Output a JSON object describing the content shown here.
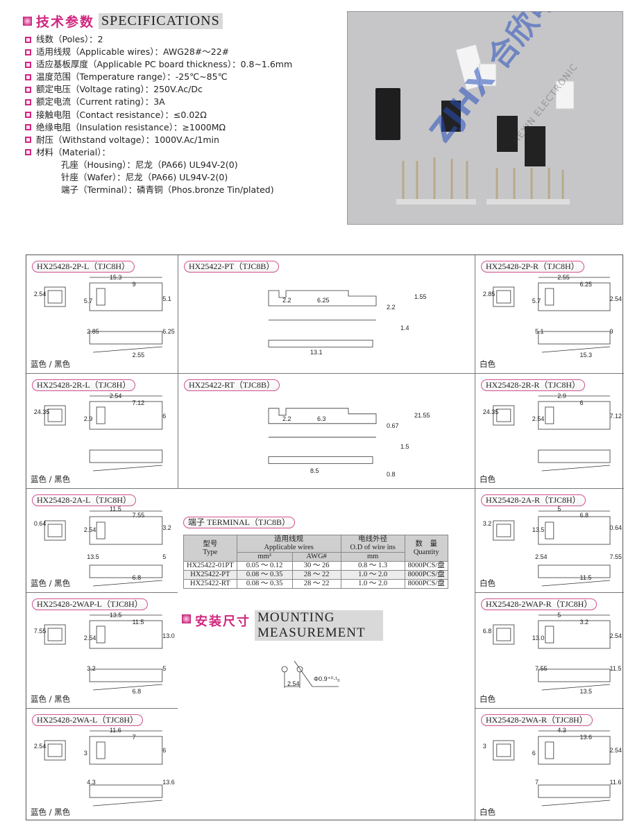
{
  "specs": {
    "title_cn": "技术参数",
    "title_en": "SPECIFICATIONS",
    "items": [
      "线数（Poles）：2",
      "适用线规（Applicable wires）：AWG28#～22#",
      "适应基板厚度（Applicable PC board thickness）：0.8~1.6mm",
      "温度范围（Temperature range）：-25℃~85℃",
      "额定电压（Voltage rating）：250V.Ac/Dc",
      "额定电流（Current rating）：3A",
      "接触电阻（Contact resistance）：≤0.02Ω",
      "绝缘电阻（Insulation resistance）：≥1000MΩ",
      "耐压（Withstand voltage）：1000V.Ac/1min",
      "材料（Material）："
    ],
    "materials": [
      "孔座（Housing）：尼龙（PA66) UL94V-2(0)",
      "针座（Wafer）：尼龙（PA66) UL94V-2(0)",
      "端子（Terminal）：磷青铜（Phos.bronze Tin/plated)"
    ]
  },
  "photo": {
    "watermark": "ZJHX 合欣电子",
    "watermark_en": "HEXIN ELECTRONIC"
  },
  "cells": [
    {
      "label": "HX25428-2P-L（TJC8H）",
      "color": "蓝色 / 黑色",
      "dims": [
        "15.3",
        "9",
        "2.54",
        "5.7",
        "5.1",
        "2.85",
        "6.25",
        "2.55"
      ]
    },
    {
      "label": "HX25422-PT（TJC8B）",
      "color": "",
      "dims": [
        "2.2",
        "6.25",
        "13.1",
        "2.2",
        "1.55",
        "1.4"
      ]
    },
    {
      "label": "HX25428-2P-R（TJC8H）",
      "color": "白色",
      "dims": [
        "2.55",
        "6.25",
        "2.85",
        "5.7",
        "2.54",
        "5.1",
        "9",
        "15.3"
      ]
    },
    {
      "label": "HX25428-2R-L（TJC8H）",
      "color": "蓝色 / 黑色",
      "dims": [
        "2.54",
        "7.12",
        "24.35",
        "2.9",
        "6"
      ]
    },
    {
      "label": "HX25422-RT（TJC8B）",
      "color": "",
      "dims": [
        "2.2",
        "6.3",
        "8.5",
        "0.67",
        "21.55",
        "1.5",
        "0.8"
      ]
    },
    {
      "label": "HX25428-2R-R（TJC8H）",
      "color": "白色",
      "dims": [
        "2.9",
        "6",
        "24.35",
        "2.54",
        "7.12"
      ]
    },
    {
      "label": "HX25428-2A-L（TJC8H）",
      "color": "蓝色 / 黑色",
      "dims": [
        "11.5",
        "7.55",
        "0.64",
        "2.54",
        "3.2",
        "13.5",
        "5",
        "6.8"
      ]
    },
    {
      "label": "HX25428-2A-R（TJC8H）",
      "color": "白色",
      "dims": [
        "5",
        "6.8",
        "3.2",
        "13.5",
        "0.64",
        "2.54",
        "7.55",
        "11.5"
      ]
    },
    {
      "label": "HX25428-2WAP-L（TJC8H）",
      "color": "蓝色 / 黑色",
      "dims": [
        "13.5",
        "11.5",
        "7.55",
        "2.54",
        "13.0",
        "3.2",
        "5",
        "6.8"
      ]
    },
    {
      "label": "HX25428-2WAP-R（TJC8H）",
      "color": "白色",
      "dims": [
        "5",
        "3.2",
        "6.8",
        "13.0",
        "2.54",
        "7.55",
        "11.5",
        "13.5"
      ]
    },
    {
      "label": "HX25428-2WA-L（TJC8H）",
      "color": "蓝色 / 黑色",
      "dims": [
        "11.6",
        "7",
        "2.54",
        "3",
        "6",
        "4.3",
        "13.6"
      ]
    },
    {
      "label": "HX25428-2WA-R（TJC8H）",
      "color": "白色",
      "dims": [
        "4.3",
        "13.6",
        "3",
        "6",
        "2.54",
        "7",
        "11.6"
      ]
    }
  ],
  "terminal_table": {
    "title": "端子 TERMINAL（TJC8B）",
    "headers": {
      "type_cn": "型号",
      "type_en": "Type",
      "wires_cn": "适用线规",
      "wires_en": "Applicable wires",
      "od_cn": "电线外径",
      "od_en": "O.D of wire ins",
      "qty_cn": "数　量",
      "qty_en": "Quantity",
      "mm2": "mm²",
      "awg": "AWG#",
      "mm": "mm"
    },
    "rows": [
      [
        "HX25422-01PT",
        "0.05 ～ 0.12",
        "30 ～ 26",
        "0.8 ～ 1.3",
        "8000PCS/盘"
      ],
      [
        "HX25422-PT",
        "0.08 ～ 0.35",
        "28 ～ 22",
        "1.0 ～ 2.0",
        "8000PCS/盘"
      ],
      [
        "HX25422-RT",
        "0.08 ～ 0.35",
        "28 ～ 22",
        "1.0 ～ 2.0",
        "8000PCS/盘"
      ]
    ]
  },
  "mounting": {
    "title_cn": "安装尺寸",
    "title_en": "MOUNTING MEASUREMENT",
    "pitch": "2.54",
    "hole": "Φ0.9⁺⁰·¹₀"
  }
}
